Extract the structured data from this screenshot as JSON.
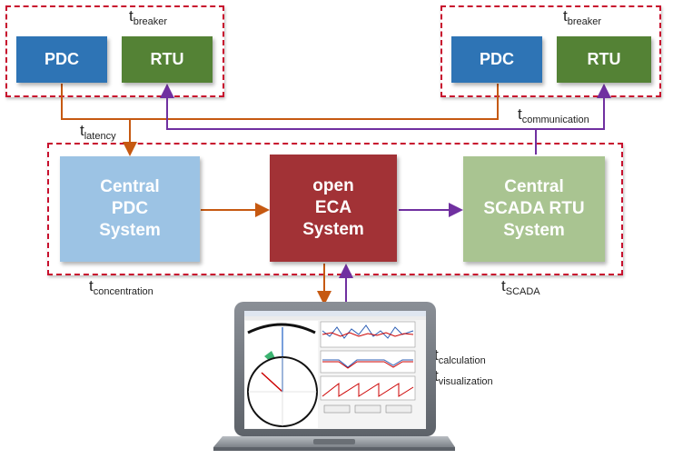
{
  "regions": {
    "left_breaker": {
      "label_t": "t",
      "label_sub": "breaker"
    },
    "right_breaker": {
      "label_t": "t",
      "label_sub": "breaker"
    }
  },
  "boxes": {
    "pdc_left": "PDC",
    "rtu_left": "RTU",
    "pdc_right": "PDC",
    "rtu_right": "RTU",
    "central_pdc": "Central\nPDC\nSystem",
    "open_eca": "open\nECA\nSystem",
    "central_scada": "Central\nSCADA RTU\nSystem"
  },
  "labels": {
    "latency": {
      "t": "t",
      "sub": "latency"
    },
    "communication": {
      "t": "t",
      "sub": "communication"
    },
    "concentration": {
      "t": "t",
      "sub": "concentration"
    },
    "scada": {
      "t": "t",
      "sub": "SCADA"
    },
    "calculation": {
      "t": "t",
      "sub": "calculation"
    },
    "visualization": {
      "t": "t",
      "sub": "visualization"
    }
  },
  "colors": {
    "dashed_border": "#c8102e",
    "pdc_blue": "#2e74b5",
    "rtu_green": "#548235",
    "central_pdc": "#9cc3e4",
    "open_eca": "#a23236",
    "central_scada": "#a9c491",
    "orange_arrow": "#c65911",
    "purple_arrow": "#7030a0"
  }
}
